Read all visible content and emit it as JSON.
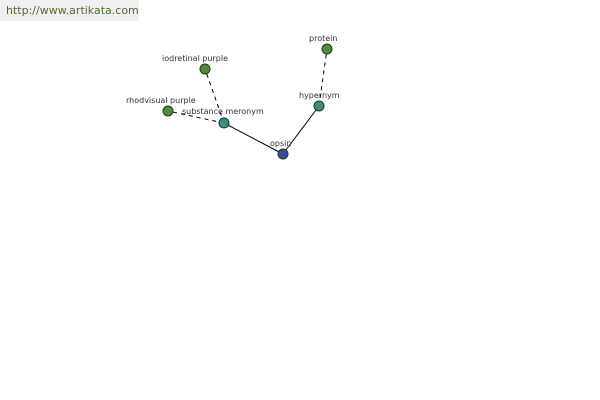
{
  "watermark": {
    "text": "http://www.artikata.com"
  },
  "colors": {
    "leaf": "#4f8f3a",
    "relation": "#3a8f84",
    "root": "#3b4a9a"
  },
  "graph": {
    "nodes": [
      {
        "id": "opsin",
        "label": "opsin",
        "kind": "root"
      },
      {
        "id": "hypernym",
        "label": "hypernym",
        "kind": "relation"
      },
      {
        "id": "protein",
        "label": "protein",
        "kind": "leaf"
      },
      {
        "id": "substance-meronym",
        "label": "substance meronym",
        "kind": "relation"
      },
      {
        "id": "iodretinal-purple",
        "label": "iodretinal purple",
        "kind": "leaf"
      },
      {
        "id": "rhodvisual-purple",
        "label": "rhodvisual purple",
        "kind": "leaf"
      }
    ],
    "edges": [
      {
        "from": "opsin",
        "to": "hypernym",
        "style": "solid"
      },
      {
        "from": "hypernym",
        "to": "protein",
        "style": "dashed"
      },
      {
        "from": "opsin",
        "to": "substance-meronym",
        "style": "solid"
      },
      {
        "from": "substance-meronym",
        "to": "iodretinal-purple",
        "style": "dashed"
      },
      {
        "from": "substance-meronym",
        "to": "rhodvisual-purple",
        "style": "dashed"
      }
    ]
  }
}
